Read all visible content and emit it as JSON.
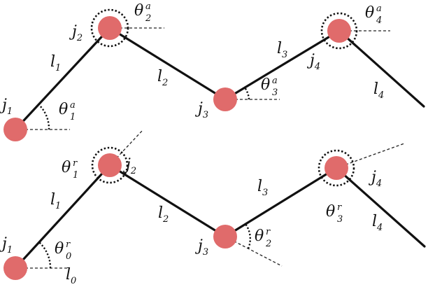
{
  "colors": {
    "joint": "#e06b6b",
    "link": "#111111"
  },
  "top": {
    "links": [
      {
        "name": "l",
        "sub": "1"
      },
      {
        "name": "l",
        "sub": "2"
      },
      {
        "name": "l",
        "sub": "3"
      },
      {
        "name": "l",
        "sub": "4"
      }
    ],
    "joints": [
      {
        "name": "j",
        "sub": "1"
      },
      {
        "name": "j",
        "sub": "2"
      },
      {
        "name": "j",
        "sub": "3"
      },
      {
        "name": "j",
        "sub": "4"
      }
    ],
    "angles": [
      {
        "name": "θ",
        "sub": "1",
        "sup": "a"
      },
      {
        "name": "θ",
        "sub": "2",
        "sup": "a"
      },
      {
        "name": "θ",
        "sub": "3",
        "sup": "a"
      },
      {
        "name": "θ",
        "sub": "4",
        "sup": "a"
      }
    ]
  },
  "bottom": {
    "links": [
      {
        "name": "l",
        "sub": "0"
      },
      {
        "name": "l",
        "sub": "1"
      },
      {
        "name": "l",
        "sub": "2"
      },
      {
        "name": "l",
        "sub": "3"
      },
      {
        "name": "l",
        "sub": "4"
      }
    ],
    "joints": [
      {
        "name": "j",
        "sub": "1"
      },
      {
        "name": "j",
        "sub": "2"
      },
      {
        "name": "j",
        "sub": "3"
      },
      {
        "name": "j",
        "sub": "4"
      }
    ],
    "angles": [
      {
        "name": "θ",
        "sub": "0",
        "sup": "r"
      },
      {
        "name": "θ",
        "sub": "1",
        "sup": "r"
      },
      {
        "name": "θ",
        "sub": "2",
        "sup": "r"
      },
      {
        "name": "θ",
        "sub": "3",
        "sup": "r"
      }
    ]
  }
}
